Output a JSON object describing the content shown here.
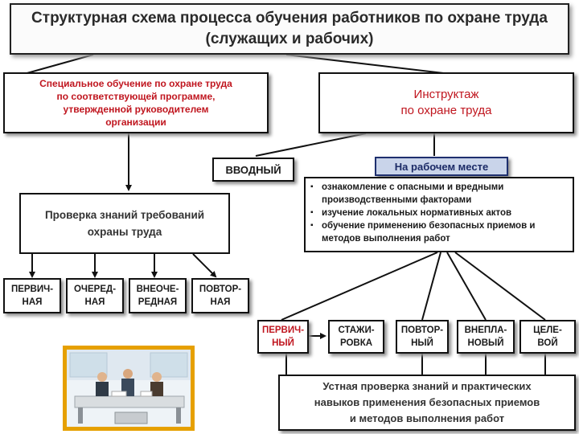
{
  "title": {
    "line1": "Структурная схема процесса обучения работников по охране труда",
    "line2": "(служащих и рабочих)"
  },
  "special_training": {
    "line1": "Специальное обучение по охране труда",
    "line2": "по соответствующей программе,",
    "line3": "утвержденной руководителем",
    "line4": "организации"
  },
  "briefing": {
    "line1": "Инструктаж",
    "line2": "по охране труда"
  },
  "introductory": "ВВОДНЫЙ",
  "workplace": "На рабочем месте",
  "workplace_items": [
    "ознакомление с опасными и вредными производственными факторами",
    "изучение локальных нормативных актов",
    "обучение применению безопасных приемов и методов выполнения работ"
  ],
  "knowledge_check": {
    "line1": "Проверка знаний требований",
    "line2": "охраны труда"
  },
  "check_types": [
    {
      "line1": "ПЕРВИЧ-",
      "line2": "НАЯ"
    },
    {
      "line1": "ОЧЕРЕД-",
      "line2": "НАЯ"
    },
    {
      "line1": "ВНЕОЧЕ-",
      "line2": "РЕДНАЯ"
    },
    {
      "line1": "ПОВТОР-",
      "line2": "НАЯ"
    }
  ],
  "briefing_types": [
    {
      "line1": "ПЕРВИЧ-",
      "line2": "НЫЙ"
    },
    {
      "line1": "СТАЖИ-",
      "line2": "РОВКА"
    },
    {
      "line1": "ПОВТОР-",
      "line2": "НЫЙ"
    },
    {
      "line1": "ВНЕПЛА-",
      "line2": "НОВЫЙ"
    },
    {
      "line1": "ЦЕЛЕ-",
      "line2": "ВОЙ"
    }
  ],
  "oral_check": {
    "line1": "Устная проверка знаний и практических",
    "line2": "навыков применения безопасных приемов",
    "line3": "и методов выполнения работ"
  },
  "colors": {
    "accent_red": "#c0161f",
    "pill_blue": "#c9d4ea",
    "photo_frame": "#e6a000"
  }
}
